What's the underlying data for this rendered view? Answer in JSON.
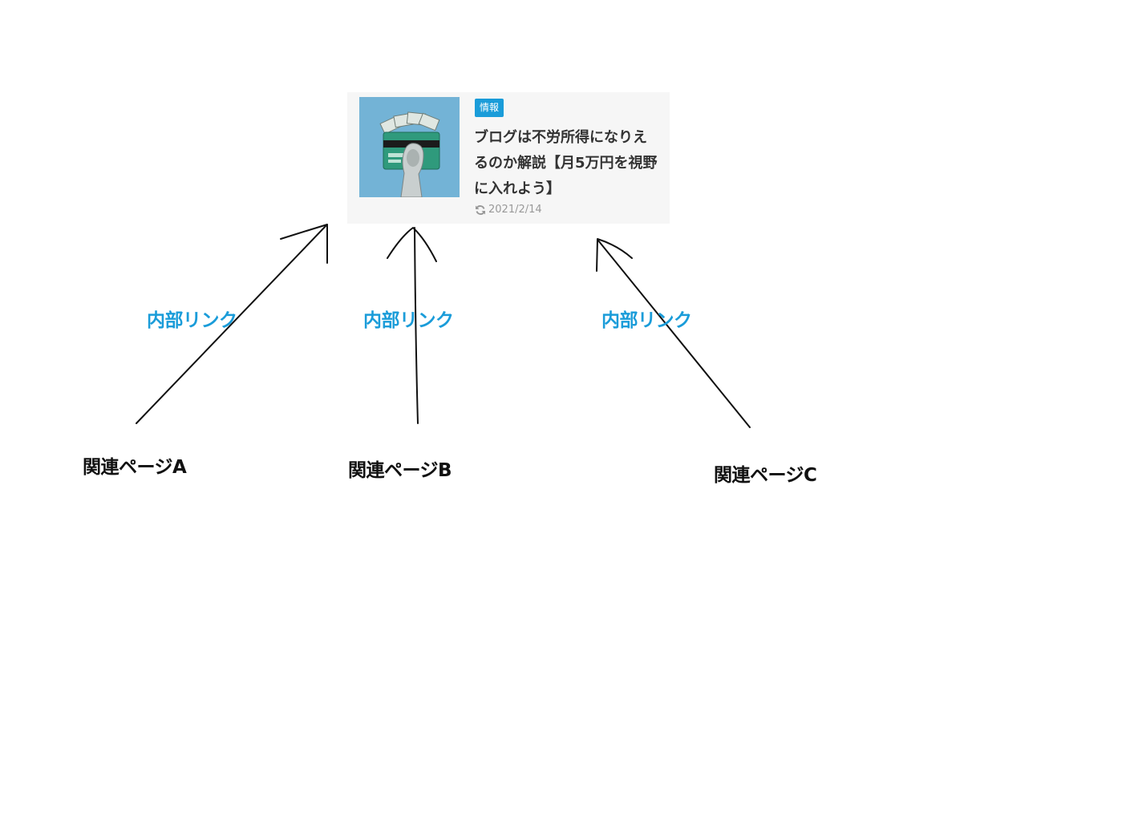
{
  "card": {
    "category": "情報",
    "title": "ブログは不労所得になりえるのか解説【月5万円を視野に入れよう】",
    "date": "2021/2/14",
    "thumbnail": "money-card-hand-image",
    "update_icon": "refresh-icon",
    "accent_color": "#1a9cd9"
  },
  "diagram": {
    "link_label_a": "内部リンク",
    "link_label_b": "内部リンク",
    "link_label_c": "内部リンク",
    "page_a": "関連ページA",
    "page_b": "関連ページB",
    "page_c": "関連ページC",
    "link_color": "#1a9cd9"
  }
}
